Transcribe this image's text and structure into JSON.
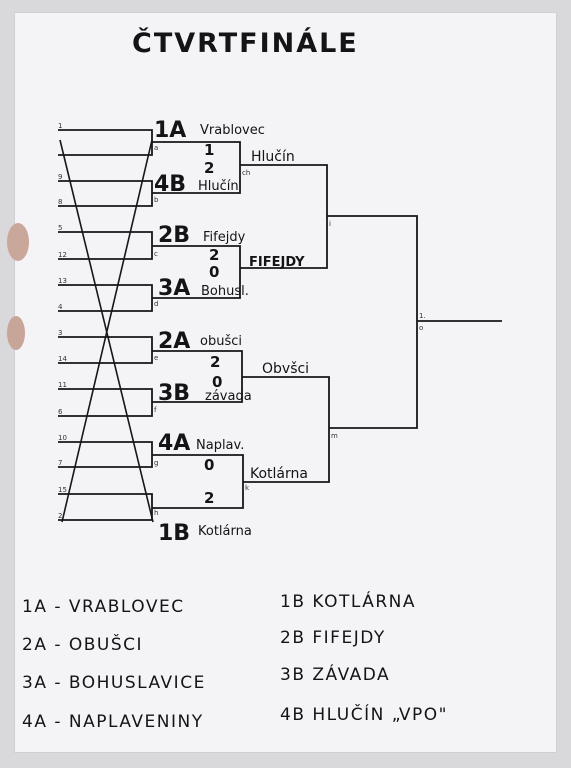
{
  "title": "ČTVRTFINÁLE",
  "bracket": {
    "seed_numbers": [
      "1",
      "9",
      "8",
      "5",
      "12",
      "13",
      "4",
      "3",
      "14",
      "11",
      "6",
      "10",
      "7",
      "15",
      "2"
    ],
    "small_letters": [
      "a",
      "b",
      "c",
      "d",
      "e",
      "f",
      "g",
      "h",
      "ch",
      "i",
      "k",
      "m",
      "o"
    ],
    "final_label": "1.",
    "slots": [
      {
        "seed": "1A",
        "team": "Vrablovec"
      },
      {
        "seed": "4B",
        "team": "Hlučín"
      },
      {
        "seed": "2B",
        "team": "Fifejdy"
      },
      {
        "seed": "3A",
        "team": "Bohusl."
      },
      {
        "seed": "2A",
        "team": "obušci"
      },
      {
        "seed": "3B",
        "team": "závada"
      },
      {
        "seed": "4A",
        "team": "Naplav."
      },
      {
        "seed": "1B",
        "team": "Kotlárna"
      }
    ],
    "scores": [
      {
        "top": "1",
        "bottom": "2"
      },
      {
        "top": "2",
        "bottom": "0"
      },
      {
        "top": "2",
        "bottom": "0"
      },
      {
        "top": "0",
        "bottom": "2"
      }
    ],
    "winners": [
      "Hlučín",
      "FIFEJDY",
      "Obvšci",
      "Kotlárna"
    ]
  },
  "legend": {
    "left": [
      "1A - VRABLOVEC",
      "2A - OBUŠCI",
      "3A - BOHUSLAVICE",
      "4A - NAPLAVENINY"
    ],
    "right": [
      "1B KOTLÁRNA",
      "2B FIFEJDY",
      "3B ZÁVADA",
      "4B HLUČÍN „VPO\""
    ]
  }
}
